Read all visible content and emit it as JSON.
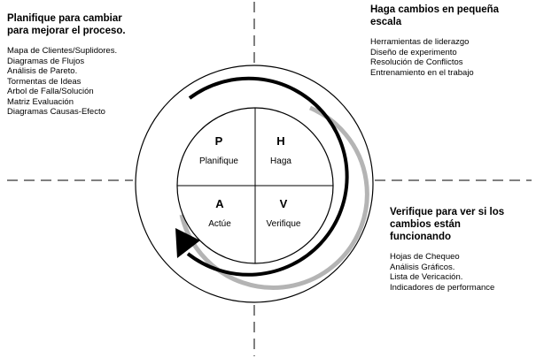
{
  "panels": {
    "plan": {
      "title": "Planifique para cambiar para mejorar el proceso.",
      "items": [
        "Mapa de Clientes/Suplidores.",
        "Diagramas de Flujos",
        "Análisis de Pareto.",
        "Tormentas de Ideas",
        "Arbol de Falla/Solución",
        "Matriz Evaluación",
        "Diagramas Causas-Efecto"
      ]
    },
    "do": {
      "title": "Haga cambios en pequeña escala",
      "items": [
        "Herramientas de liderazgo",
        "Diseño de experimento",
        "Resolución de Conflictos",
        "Entrenamiento en el trabajo"
      ]
    },
    "check": {
      "title": "Verifique para ver si los cambios están funcionando",
      "items": [
        "Hojas de Chequeo",
        "Análisis Gráficos.",
        "Lista de Vericación.",
        "Indicadores de performance"
      ]
    }
  },
  "cycle": {
    "plan": {
      "letter": "P",
      "label": "Planifique"
    },
    "do": {
      "letter": "H",
      "label": "Haga"
    },
    "act": {
      "letter": "A",
      "label": "Actúe"
    },
    "check": {
      "letter": "V",
      "label": "Verifique"
    }
  },
  "colors": {
    "line": "#000000",
    "arrow_main": "#000000",
    "arrow_shadow": "#b4b4b4",
    "background": "#ffffff"
  }
}
